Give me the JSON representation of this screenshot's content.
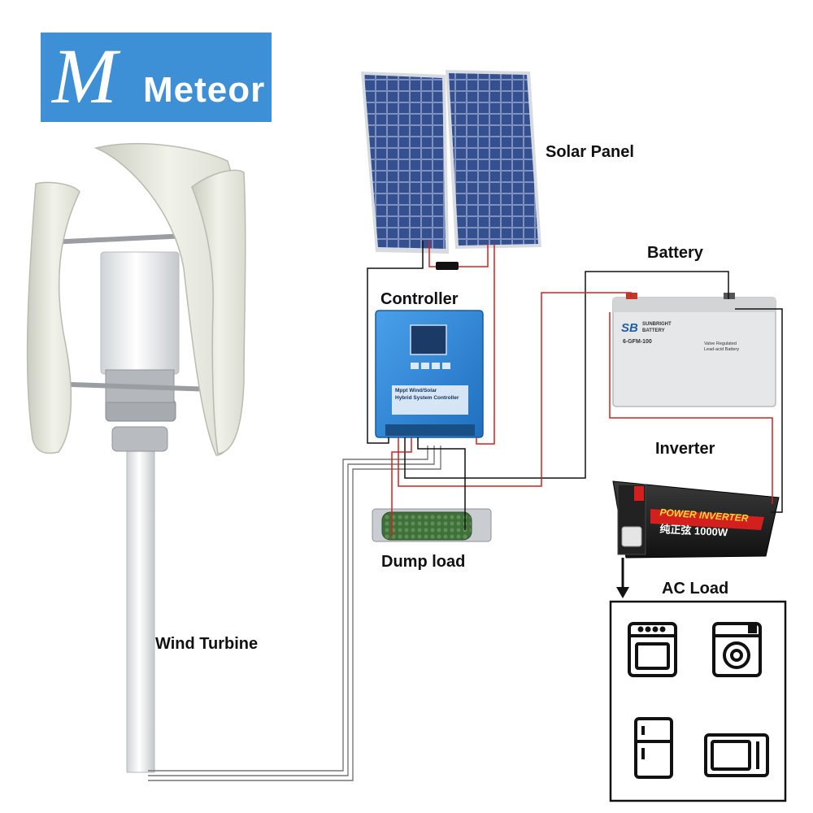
{
  "logo": {
    "mark": "M",
    "brand": "Meteor"
  },
  "labels": {
    "solar_panel": "Solar Panel",
    "battery": "Battery",
    "controller": "Controller",
    "inverter": "Inverter",
    "dump_load": "Dump load",
    "ac_load": "AC Load",
    "wind_turbine": "Wind Turbine"
  },
  "controller_device": {
    "line1": "Mppt Wind/Solar",
    "line2": "Hybrid System Controller"
  },
  "battery_device": {
    "brand_mark": "SB",
    "brand_line1": "SUNBRIGHT",
    "brand_line2": "BATTERY",
    "model": "6-GFM-100",
    "type_line1": "Valve Regulated",
    "type_line2": "Lead-acid Battery"
  },
  "inverter_device": {
    "title": "POWER INVERTER",
    "subtitle": "纯正弦 1000W"
  },
  "colors": {
    "logo_bg": "#3d8fd6",
    "wire_red": "#d32020",
    "wire_black": "#111111",
    "controller_blue": "#2e7fd0",
    "inverter_red": "#d41f1f"
  },
  "icons": [
    "oven-icon",
    "washing-machine-icon",
    "refrigerator-icon",
    "microwave-icon"
  ]
}
